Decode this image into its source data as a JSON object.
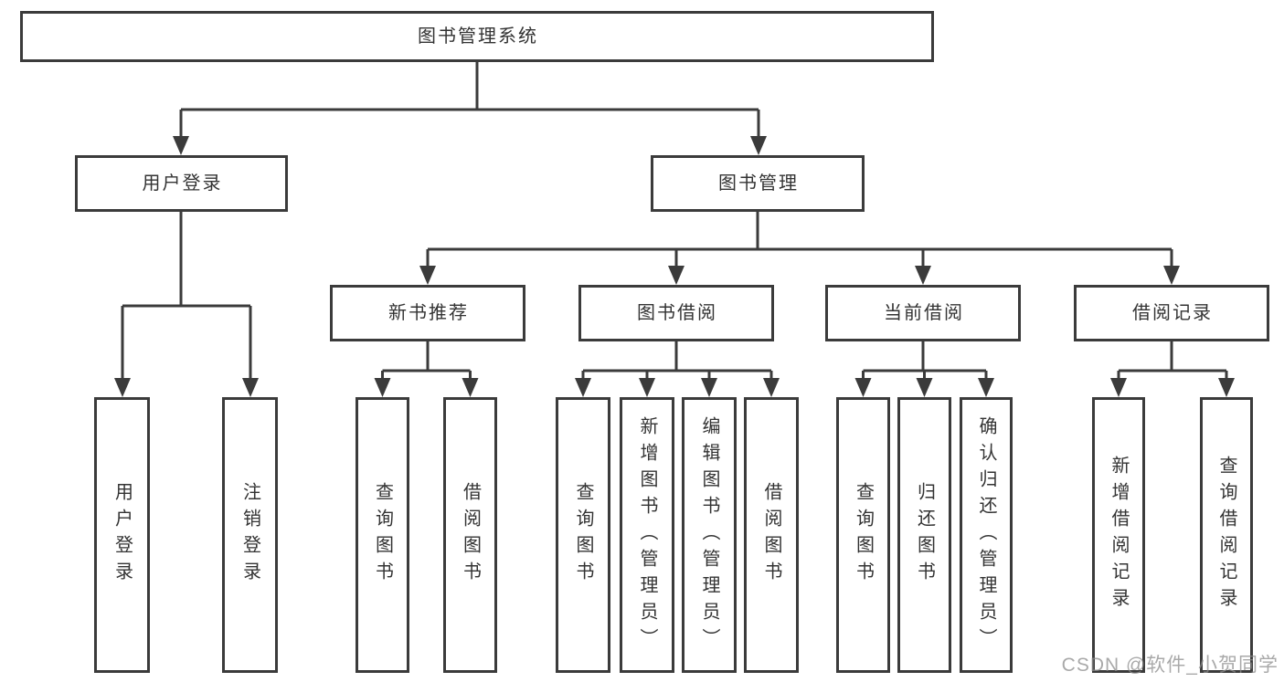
{
  "diagram_type": "function-structure-tree",
  "tree": {
    "label": "图书管理系统",
    "children": [
      {
        "label": "用户登录",
        "children": [
          {
            "label": "用户登录"
          },
          {
            "label": "注销登录"
          }
        ]
      },
      {
        "label": "图书管理",
        "children": [
          {
            "label": "新书推荐",
            "children": [
              {
                "label": "查询图书"
              },
              {
                "label": "借阅图书"
              }
            ]
          },
          {
            "label": "图书借阅",
            "children": [
              {
                "label": "查询图书"
              },
              {
                "label": "新增图书（管理员）"
              },
              {
                "label": "编辑图书（管理员）"
              },
              {
                "label": "借阅图书"
              }
            ]
          },
          {
            "label": "当前借阅",
            "children": [
              {
                "label": "查询图书"
              },
              {
                "label": "归还图书"
              },
              {
                "label": "确认归还（管理员）"
              }
            ]
          },
          {
            "label": "借阅记录",
            "children": [
              {
                "label": "新增借阅记录"
              },
              {
                "label": "查询借阅记录"
              }
            ]
          }
        ]
      }
    ]
  },
  "watermark": "CSDN @软件_小贺同学",
  "colors": {
    "line": "#3b3b3b",
    "box_border": "#3b3b3b",
    "box_fill": "#ffffff",
    "text": "#333333",
    "background": "#ffffff",
    "watermark": "#8c8c8c"
  }
}
